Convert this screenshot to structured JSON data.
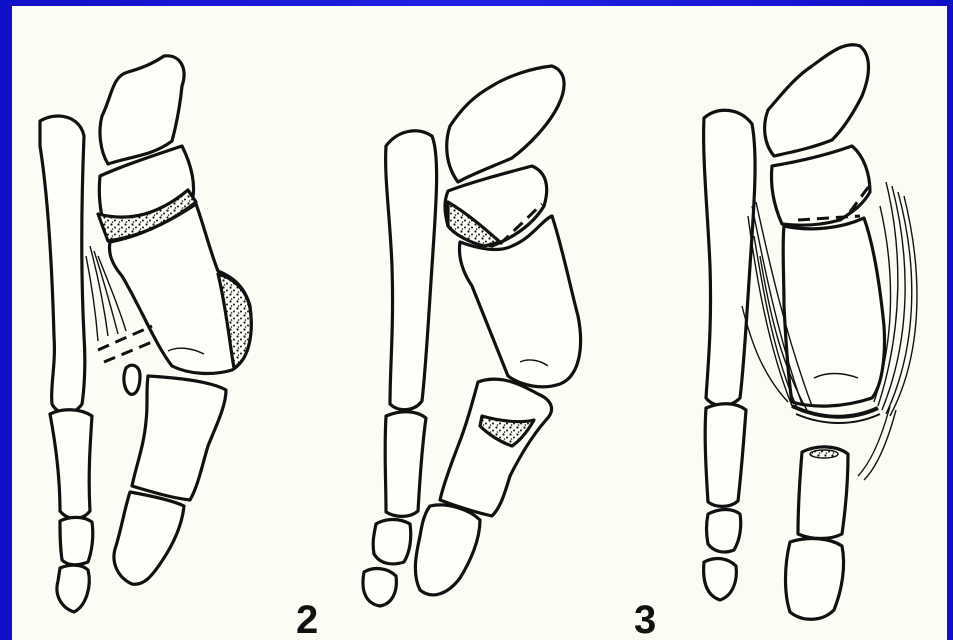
{
  "figure": {
    "background_color": "#1a1ad6",
    "paper_color": "#fdfcf4",
    "ink_color": "#111111",
    "panels": [
      {
        "id": "panel-1",
        "label": ""
      },
      {
        "id": "panel-2",
        "label": "2"
      },
      {
        "id": "panel-3",
        "label": "3"
      }
    ]
  }
}
